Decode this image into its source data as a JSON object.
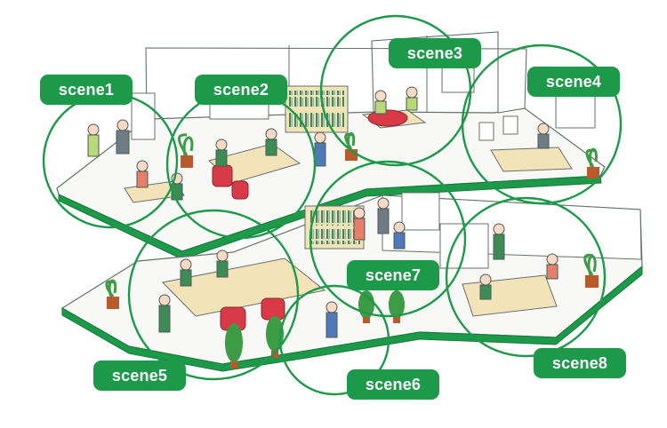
{
  "colors": {
    "accent": "#1c9a49",
    "line": "#4d5a55",
    "floor_edge": "#1c9a49",
    "desk": "#f3e3b9",
    "chair_red": "#d93a47",
    "plant": "#3d9a45"
  },
  "scenes": [
    {
      "label": "scene1"
    },
    {
      "label": "scene2"
    },
    {
      "label": "scene3"
    },
    {
      "label": "scene4"
    },
    {
      "label": "scene5"
    },
    {
      "label": "scene6"
    },
    {
      "label": "scene7"
    },
    {
      "label": "scene8"
    }
  ]
}
